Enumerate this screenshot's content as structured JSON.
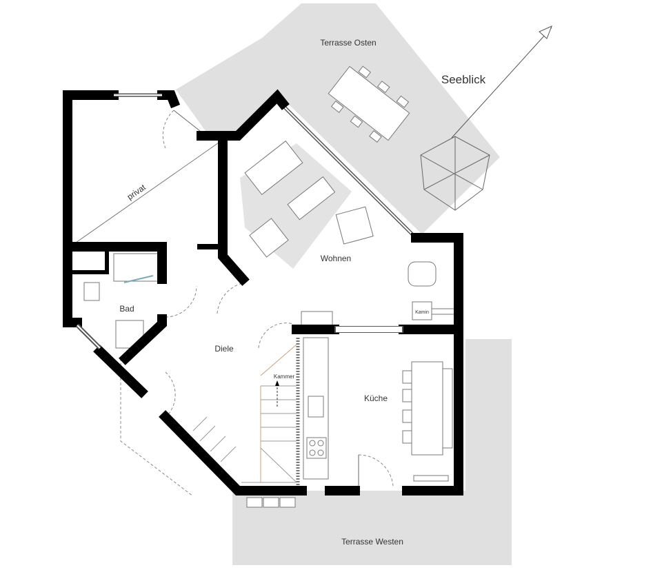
{
  "labels": {
    "terrace_east": "Terrasse Osten",
    "lake_view": "Seeblick",
    "private": "privat",
    "living": "Wohnen",
    "bath": "Bad",
    "hall": "Diele",
    "pantry": "Kammer",
    "kitchen": "Küche",
    "fireplace": "Kamin",
    "terrace_west": "Terrasse Westen"
  },
  "colors": {
    "terrace": "#e0e0e0",
    "wall": "#000000",
    "line": "#777777"
  }
}
